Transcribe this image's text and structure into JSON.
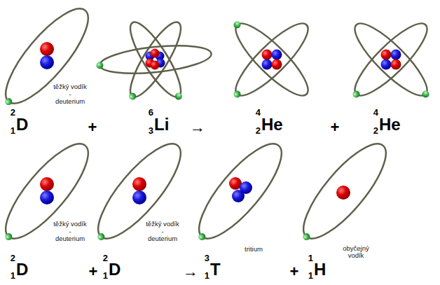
{
  "diagram": {
    "labels": [
      "těžký vodík - deuterium",
      "2",
      "1",
      "D",
      "+",
      "6",
      "3",
      "Li",
      "→",
      "4",
      "2",
      "He",
      "+",
      "4",
      "2",
      "He",
      "těžký vodík - deuterium",
      "těžký vodík - deuterium",
      "tritium",
      "obyčejný vodík",
      "2",
      "1",
      "D",
      "+",
      "2",
      "1",
      "D",
      "→",
      "3",
      "1",
      "T",
      "+",
      "1",
      "1",
      "H"
    ]
  }
}
